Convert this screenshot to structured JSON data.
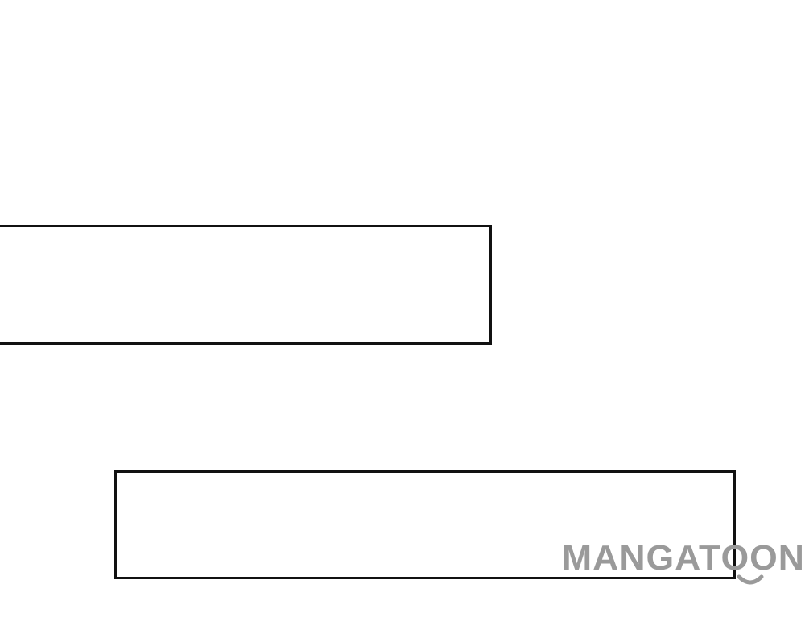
{
  "watermark": {
    "text": "MANGATOON",
    "color": "#9a9a9a"
  },
  "panels": [
    {
      "kind": "empty-speech-box"
    },
    {
      "kind": "empty-speech-box"
    }
  ]
}
